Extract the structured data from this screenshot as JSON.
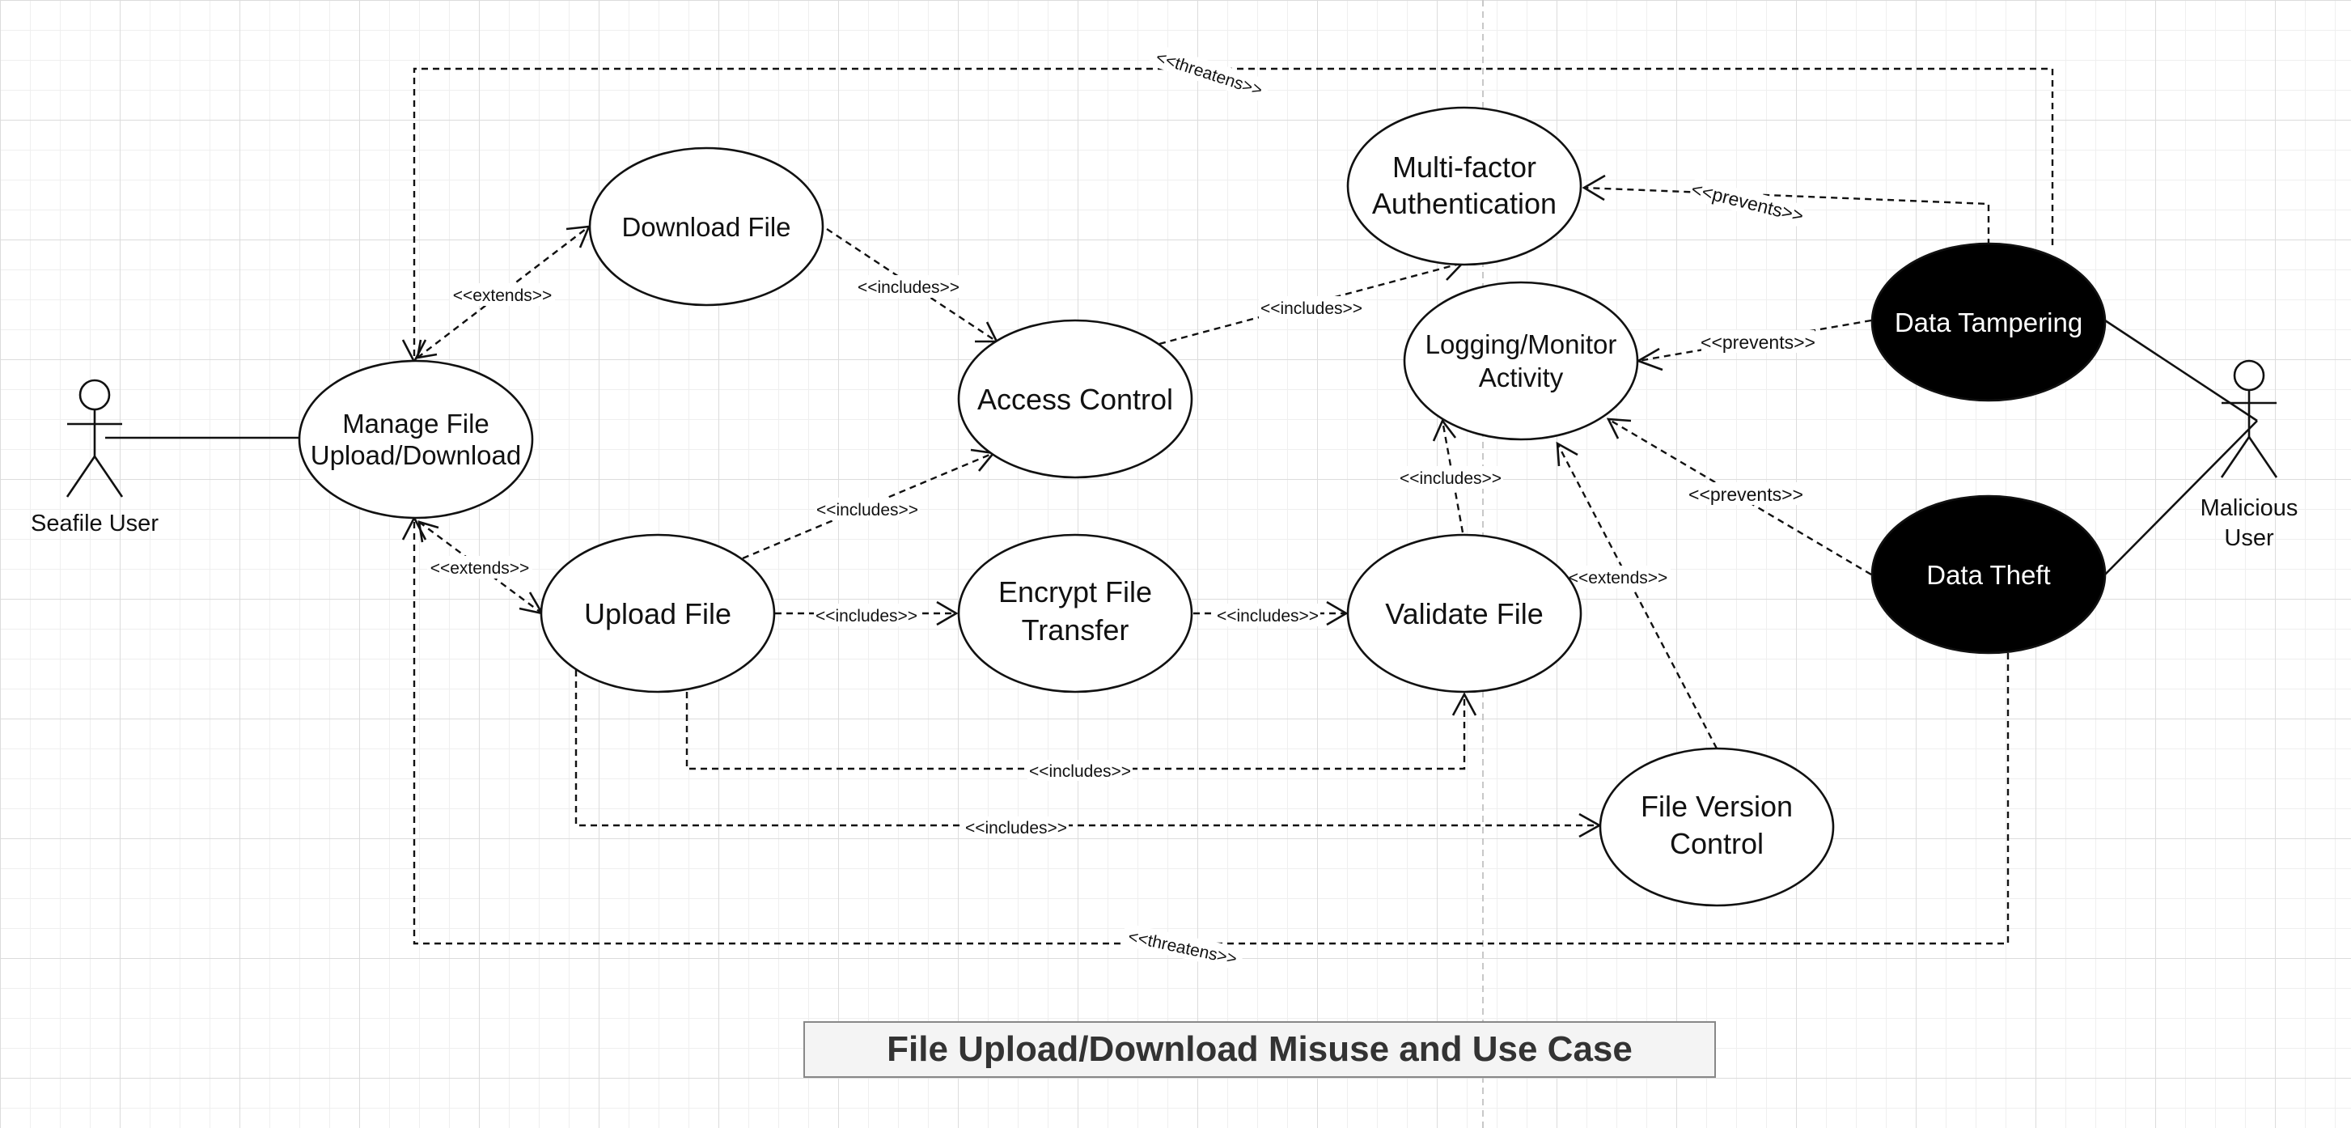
{
  "diagram": {
    "title": "File Upload/Download Misuse and Use Case",
    "actors": {
      "seafile_user": "Seafile User",
      "malicious_user": [
        "Malicious",
        "User"
      ]
    },
    "use_cases": {
      "manage_file": [
        "Manage File",
        "Upload/Download"
      ],
      "download_file": "Download File",
      "upload_file": "Upload File",
      "access_control": "Access Control",
      "encrypt_file_transfer": [
        "Encrypt File",
        "Transfer"
      ],
      "multi_factor_auth": [
        "Multi-factor",
        "Authentication"
      ],
      "logging_monitor": [
        "Logging/Monitor",
        "Activity"
      ],
      "validate_file": "Validate File",
      "file_version_control": [
        "File Version",
        "Control"
      ]
    },
    "misuse_cases": {
      "data_tampering": "Data Tampering",
      "data_theft": "Data Theft"
    },
    "relationships": {
      "threatens_top": "<<threatens>>",
      "threatens_bottom": "<<threatens>>",
      "extends_download": "<<extends>>",
      "extends_upload": "<<extends>>",
      "extends_version": "<<extends>>",
      "includes_download_access": "<<includes>>",
      "includes_access_mfa": "<<includes>>",
      "includes_upload_access": "<<includes>>",
      "includes_upload_encrypt": "<<includes>>",
      "includes_encrypt_validate": "<<includes>>",
      "includes_validate_logging": "<<includes>>",
      "includes_upload_validate": "<<includes>>",
      "includes_upload_version": "<<includes>>",
      "prevents_mfa": "<<prevents>>",
      "prevents_logging_tampering": "<<prevents>>",
      "prevents_logging_theft": "<<prevents>>"
    }
  }
}
